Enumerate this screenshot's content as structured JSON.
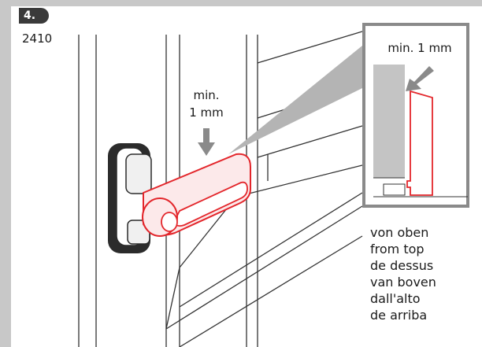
{
  "step": "4.",
  "model": "2410",
  "main_label": {
    "line1": "min.",
    "line2": "1 mm"
  },
  "detail_label": "min. 1 mm",
  "directions": [
    "von oben",
    "from top",
    "de dessus",
    "van boven",
    "dall'alto",
    "de arriba"
  ],
  "colors": {
    "accent": "#e3262b",
    "frame": "#c8c8c8",
    "badge": "#3a3a3a",
    "line": "#333333",
    "fill": "#fce9ea",
    "grey": "#c4c4c4"
  },
  "icons": {
    "arrow_main": "down-arrow-icon",
    "arrow_detail": "diagonal-arrow-icon"
  }
}
